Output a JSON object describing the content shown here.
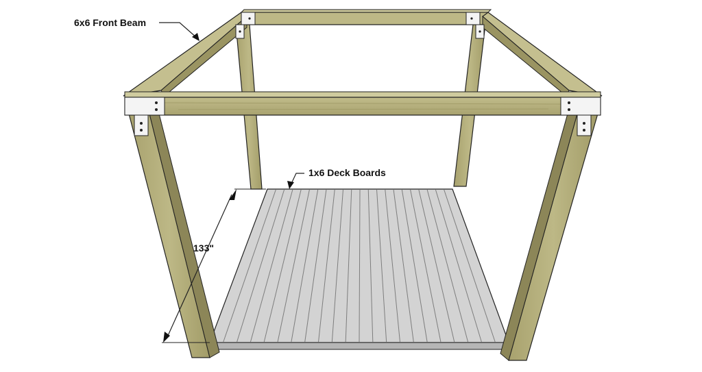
{
  "labels": {
    "front_beam": "6x6 Front Beam",
    "deck_boards": "1x6 Deck Boards",
    "dimension": "133\""
  },
  "colors": {
    "wood": "#b1ab78",
    "wood_dark": "#8c8658",
    "wood_light": "#c4bf8f",
    "deck": "#d3d3d3",
    "deck_line": "#8a8a8a",
    "bracket": "#f4f4f4",
    "line": "#222222"
  }
}
